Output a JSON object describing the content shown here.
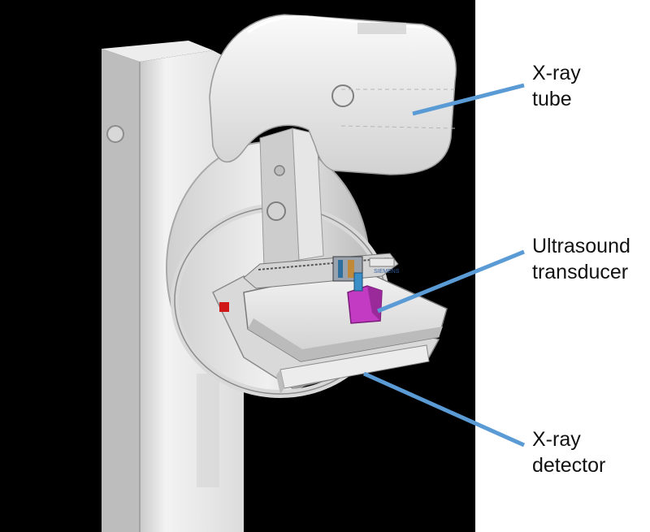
{
  "labels": {
    "xray_tube": [
      "X-ray",
      "tube"
    ],
    "ultrasound_transducer": [
      "Ultrasound",
      "transducer"
    ],
    "xray_detector": [
      "X-ray",
      "detector"
    ]
  },
  "device_text": {
    "paddle_brand": "SIEMENS"
  },
  "colors": {
    "background_panel": "#000000",
    "page": "#ffffff",
    "leader_line": "#5b9bd5",
    "transducer": "#c23bc2",
    "device_body": "#e8e8e8",
    "accent_red": "#d01818"
  }
}
